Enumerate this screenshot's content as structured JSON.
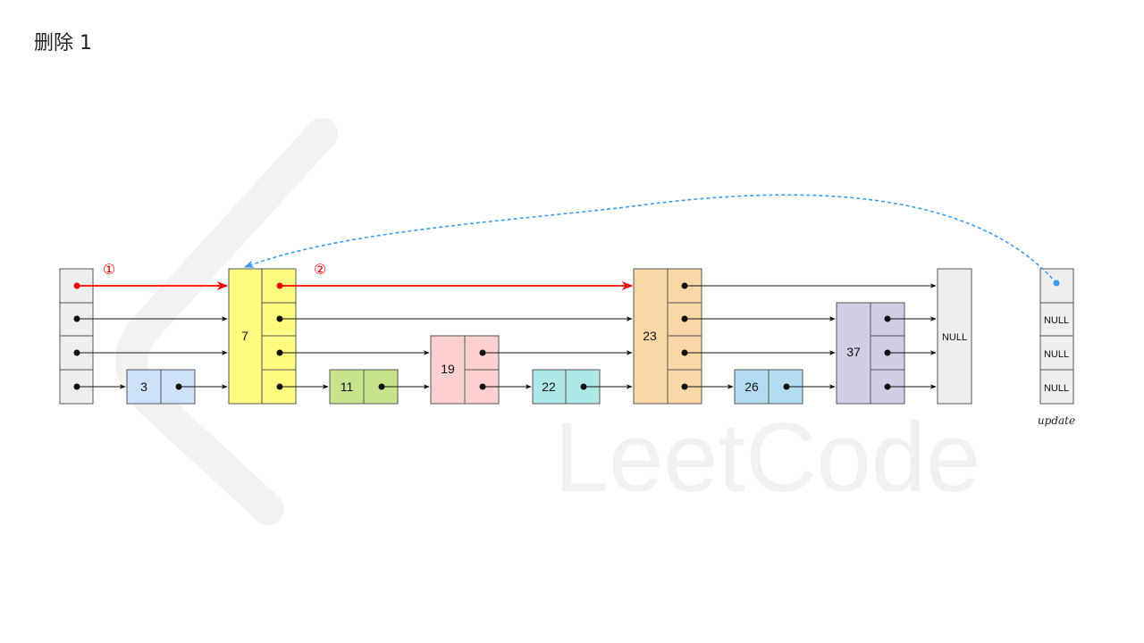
{
  "title": "删除 1",
  "nodes": {
    "n3": "3",
    "n7": "7",
    "n11": "11",
    "n19": "19",
    "n22": "22",
    "n23": "23",
    "n26": "26",
    "n37": "37",
    "null_node": "NULL"
  },
  "update": {
    "label": "update",
    "entries": [
      "NULL",
      "NULL",
      "NULL"
    ]
  },
  "steps": {
    "step1": "①",
    "step2": "②"
  },
  "watermark": "LeetCode",
  "colors": {
    "head": "#eeeeee",
    "n3": "#cfe2fb",
    "n7": "#fffc7f",
    "n11": "#c6e48b",
    "n19": "#fdd0d0",
    "n22": "#ade8e6",
    "n23": "#f9d7a7",
    "n26": "#b2dcef",
    "n37": "#d1cde4",
    "null_node": "#eeeeee",
    "highlight": "#ff0000",
    "update_link": "#3b9cf0"
  }
}
